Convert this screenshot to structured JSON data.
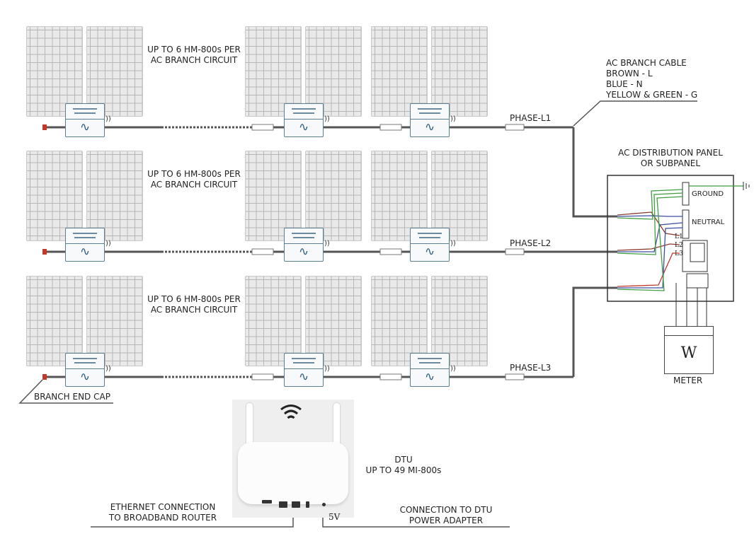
{
  "labels": {
    "branch_row1": [
      "UP TO 6 HM-800s PER",
      "AC BRANCH CIRCUIT"
    ],
    "branch_row2": [
      "UP TO 6 HM-800s PER",
      "AC BRANCH CIRCUIT"
    ],
    "branch_row3": [
      "UP TO 6 HM-800s PER",
      "AC BRANCH CIRCUIT"
    ],
    "phase1": "PHASE-L1",
    "phase2": "PHASE-L2",
    "phase3": "PHASE-L3",
    "cable_info": [
      "AC BRANCH CABLE",
      "BROWN - L",
      "BLUE - N",
      "YELLOW & GREEN - G"
    ],
    "panel_title": [
      "AC DISTRIBUTION PANEL",
      "OR SUBPANEL"
    ],
    "ground": "GROUND",
    "neutral": "NEUTRAL",
    "l1": "L1",
    "l2": "L2",
    "l3": "L3",
    "meter_symbol": "W",
    "meter": "METER",
    "branch_end_cap": "BRANCH END CAP",
    "dtu": [
      "DTU",
      "UP TO 49 MI-800s"
    ],
    "ethernet": [
      "ETHERNET CONNECTION",
      "TO BROADBAND ROUTER"
    ],
    "power": [
      "CONNECTION TO DTU",
      "POWER ADAPTER"
    ],
    "five_v": "5V"
  },
  "icons": {
    "inverter_wave": "∿",
    "wifi_signal": "))",
    "wifi": "wifi-icon",
    "ground": "ground-icon"
  },
  "colors": {
    "cable": "#555555",
    "brown": "#8b3a2a",
    "blue": "#3e4fa3",
    "green": "#3f9e3f",
    "red": "#c0392b",
    "inverter": "#5b7e93"
  }
}
